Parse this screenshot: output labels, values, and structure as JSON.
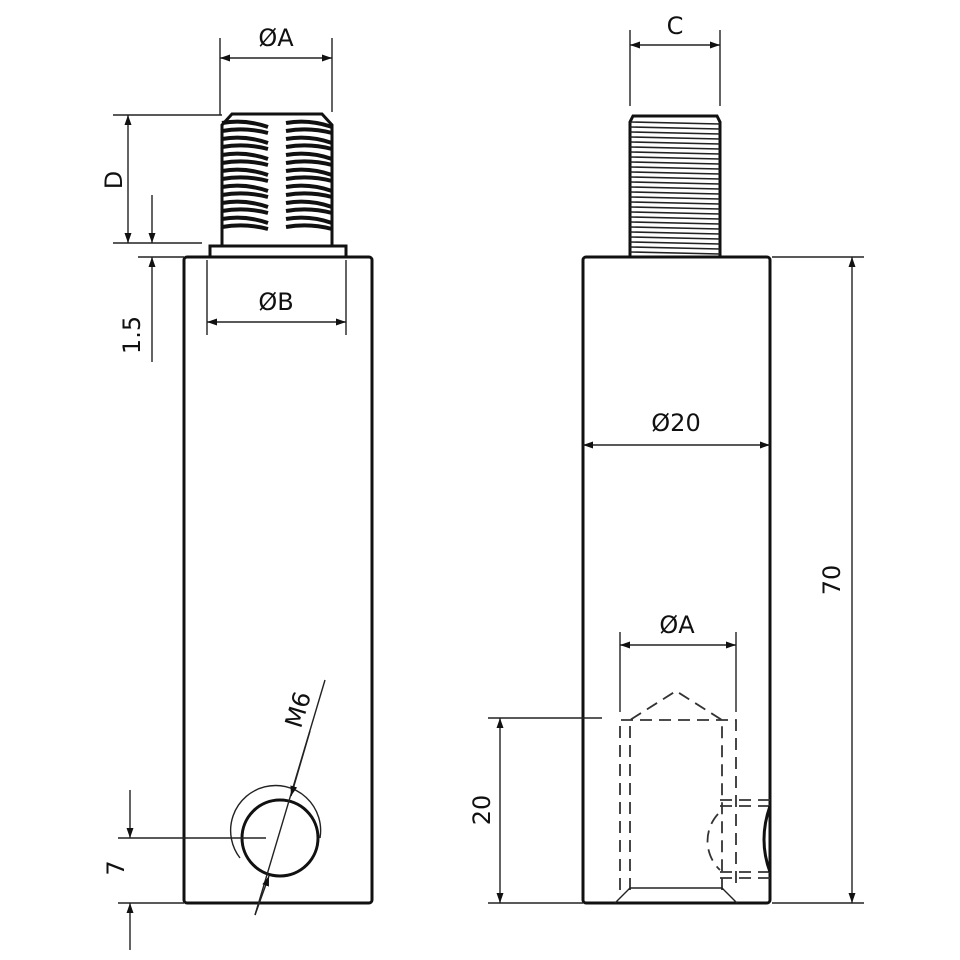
{
  "drawing": {
    "left_view": {
      "dim_thread_diameter": "ØA",
      "dim_thread_length": "D",
      "dim_collar": "1.5",
      "dim_collar_diameter": "ØB",
      "dim_cross_hole_thread": "M6",
      "dim_hole_position": "7"
    },
    "right_view": {
      "dim_thread_width": "C",
      "dim_body_diameter": "Ø20",
      "dim_total_length": "70",
      "dim_bore_diameter": "ØA",
      "dim_bore_depth": "20"
    }
  }
}
